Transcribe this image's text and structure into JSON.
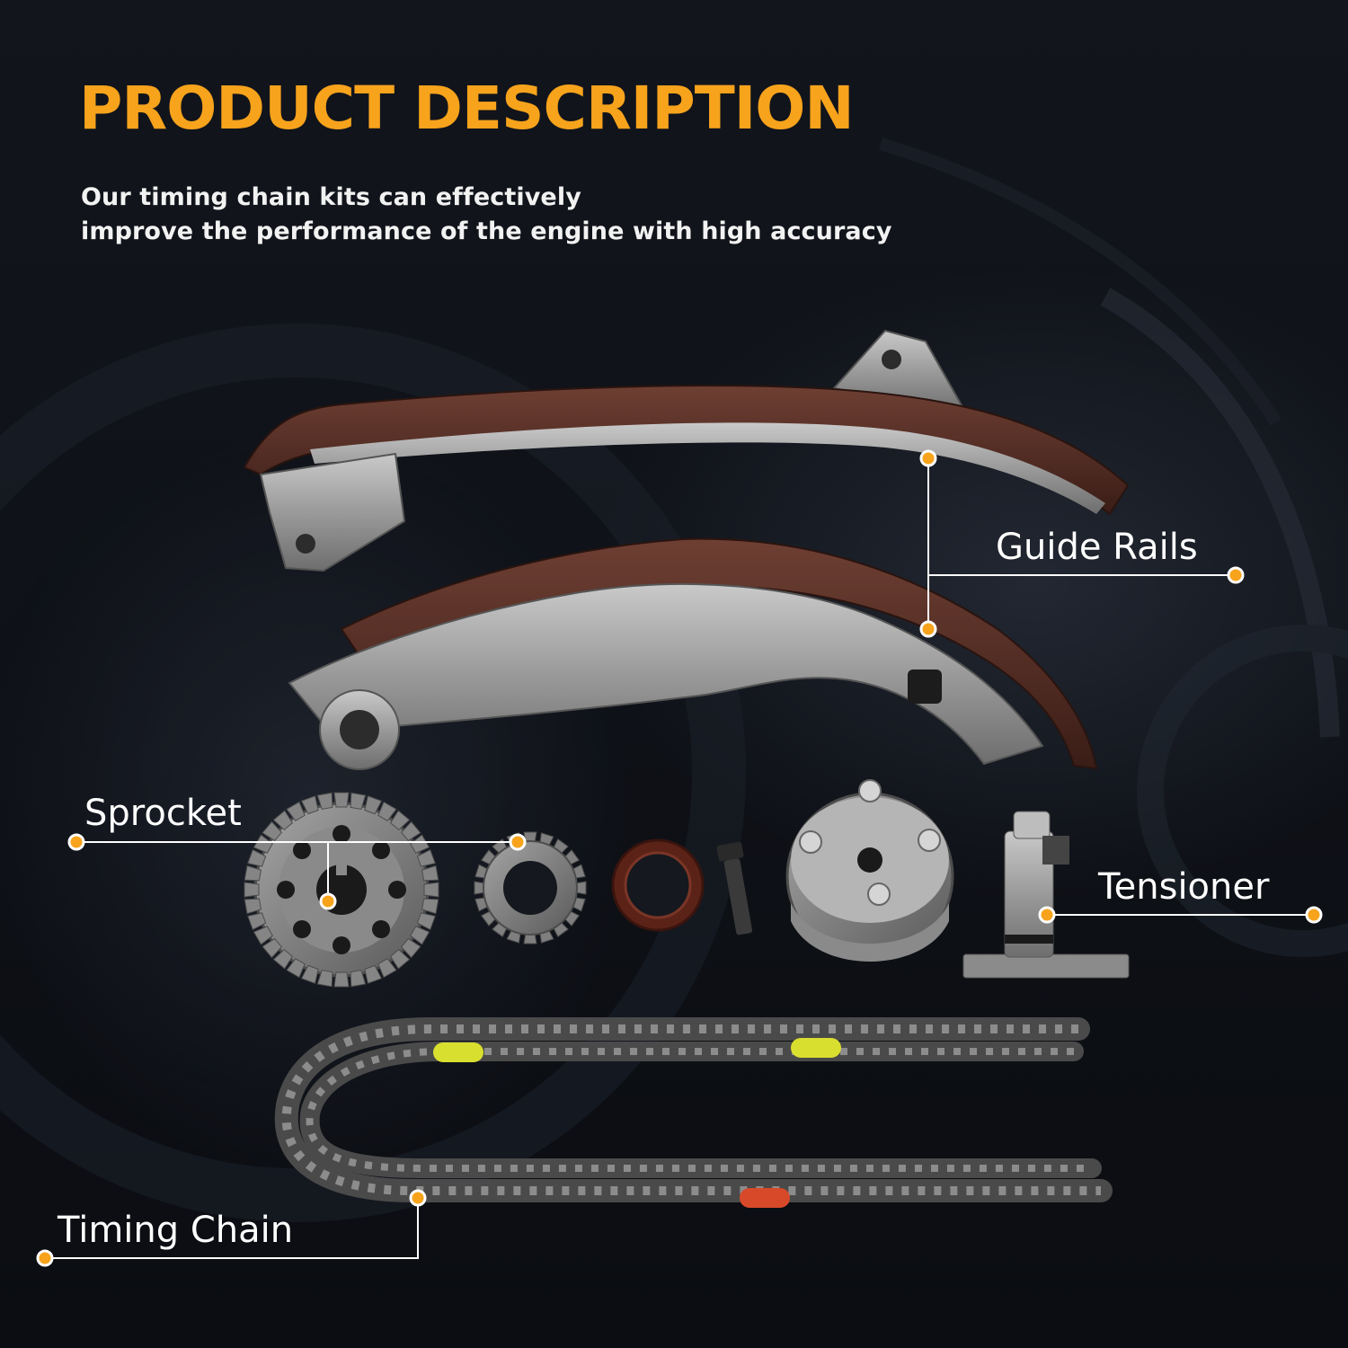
{
  "header": {
    "title": "PRODUCT DESCRIPTION",
    "subtitle_lines": [
      "Our timing chain kits can effectively",
      "improve the performance of the engine with high accuracy"
    ]
  },
  "callouts": {
    "guide_rails": "Guide Rails",
    "sprocket": "Sprocket",
    "tensioner": "Tensioner",
    "timing_chain": "Timing Chain"
  },
  "colors": {
    "accent": "#f7a31c",
    "text": "#ffffff",
    "background": "#0d1016"
  }
}
